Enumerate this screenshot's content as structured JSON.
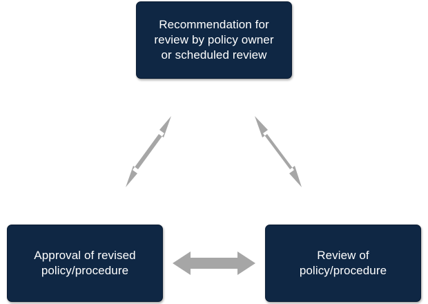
{
  "nodes": {
    "top": {
      "label": "Recommendation for\nreview by policy owner\nor scheduled review"
    },
    "bottom_left": {
      "label": "Approval of revised\npolicy/procedure"
    },
    "bottom_right": {
      "label": "Review of\npolicy/procedure"
    }
  },
  "colors": {
    "box_fill": "#0f2744",
    "box_text": "#ffffff",
    "arrow": "#a6a6a6"
  }
}
